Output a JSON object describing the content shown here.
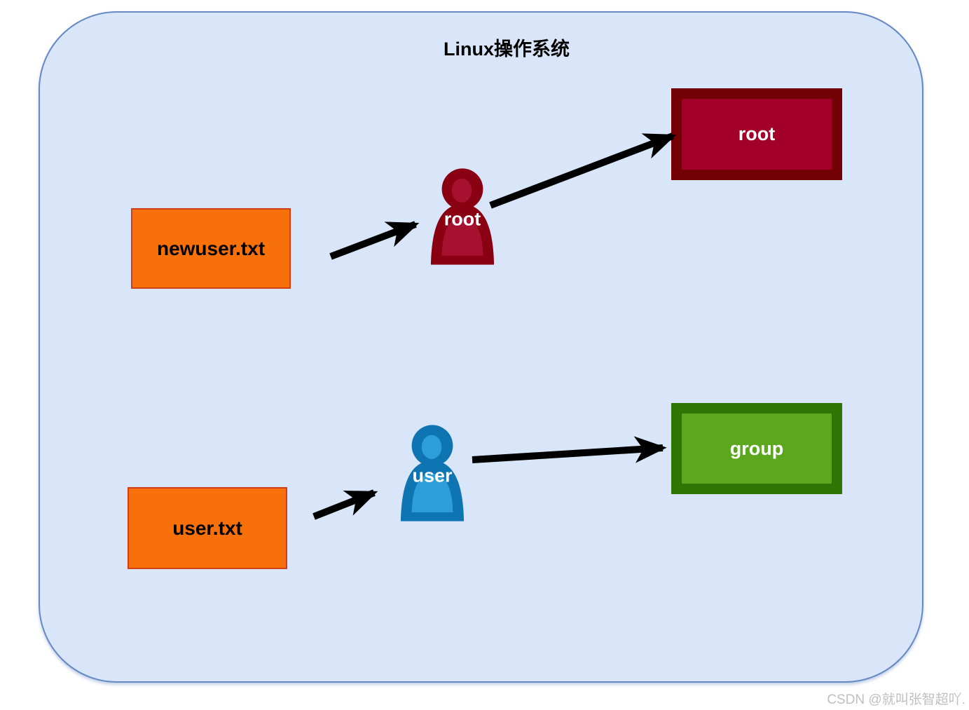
{
  "diagram": {
    "title": "Linux操作系统",
    "nodes": {
      "newuser_file": {
        "label": "newuser.txt",
        "type": "file"
      },
      "user_file": {
        "label": "user.txt",
        "type": "file"
      },
      "root_person": {
        "label": "root",
        "type": "user-icon"
      },
      "user_person": {
        "label": "user",
        "type": "user-icon"
      },
      "root_target": {
        "label": "root",
        "type": "box"
      },
      "group_target": {
        "label": "group",
        "type": "box"
      }
    },
    "edges": [
      {
        "from": "newuser_file",
        "to": "root_person"
      },
      {
        "from": "root_person",
        "to": "root_target"
      },
      {
        "from": "user_file",
        "to": "user_person"
      },
      {
        "from": "user_person",
        "to": "group_target"
      }
    ],
    "colors": {
      "canvas_fill": "#d9e5f8",
      "canvas_border": "#6688c4",
      "title_color": "#000000",
      "file_fill": "#f8700a",
      "file_border": "#cf4018",
      "root_box_outer": "#730005",
      "root_box_inner": "#a30029",
      "group_outer": "#2e7504",
      "group_inner": "#5ba81e",
      "root_person_outer": "#8a0013",
      "root_person_inner": "#a8102f",
      "user_person_outer": "#0e74b2",
      "user_person_inner": "#2d9ed8",
      "arrow": "#000000",
      "watermark_color": "#bfbfbf"
    }
  },
  "watermark": "CSDN @就叫张智超吖."
}
